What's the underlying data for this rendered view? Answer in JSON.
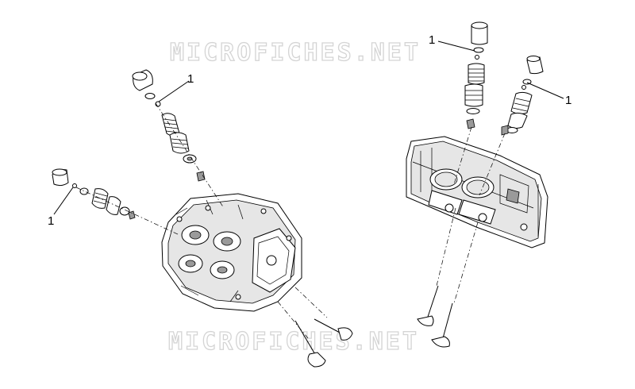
{
  "watermark": {
    "text": "MICROFICHES.NET"
  },
  "callouts": [
    {
      "id": "callout-left-top",
      "label": "1"
    },
    {
      "id": "callout-left-bottom",
      "label": "1"
    },
    {
      "id": "callout-right-top",
      "label": "1"
    },
    {
      "id": "callout-right-side",
      "label": "1"
    }
  ]
}
